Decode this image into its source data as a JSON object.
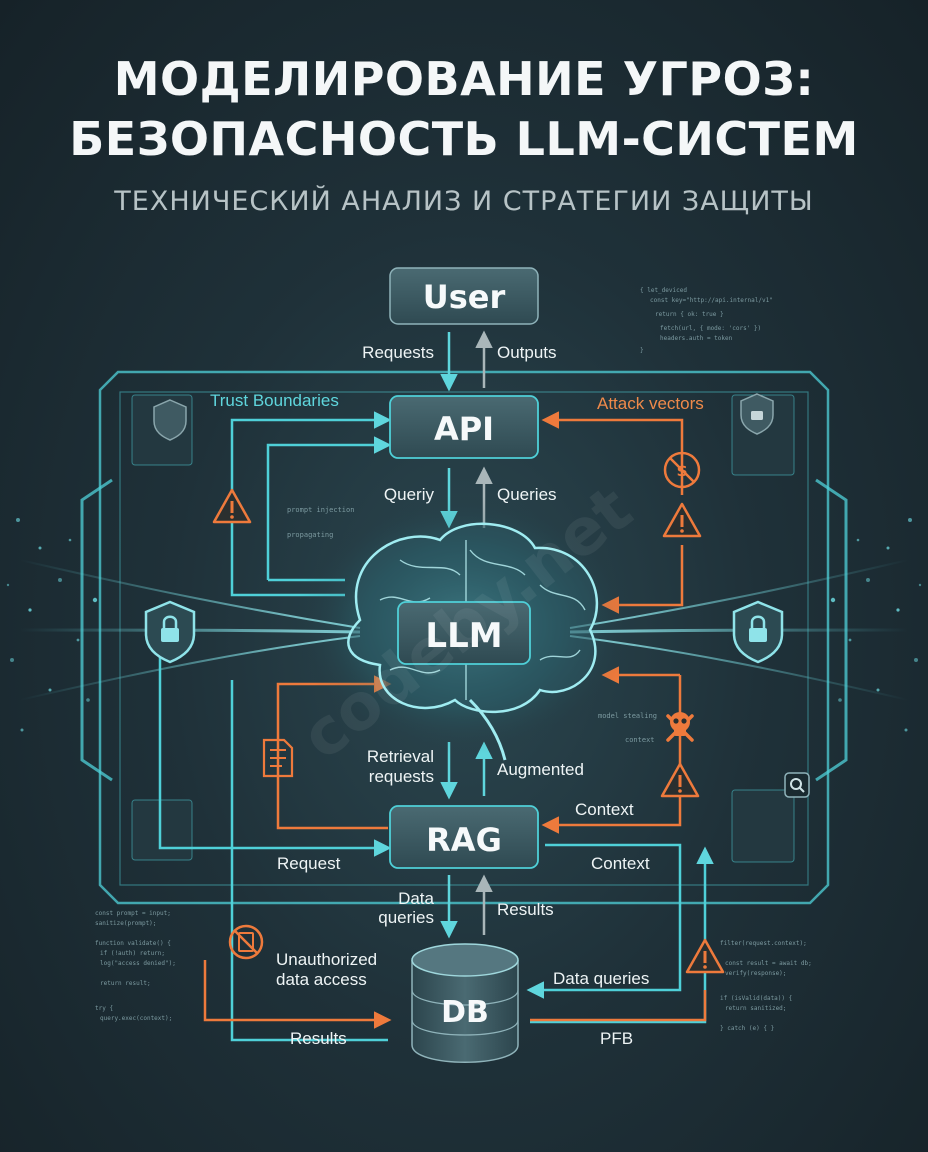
{
  "header": {
    "title_line1": "МОДЕЛИРОВАНИЕ УГРОЗ:",
    "title_line2": "БЕЗОПАСНОСТЬ LLM-СИСТЕМ",
    "subtitle": "ТЕХНИЧЕСКИЙ АНАЛИЗ И СТРАТЕГИИ ЗАЩИТЫ"
  },
  "nodes": {
    "user": "User",
    "api": "API",
    "llm": "LLM",
    "rag": "RAG",
    "db": "DB"
  },
  "legend": {
    "trust": "Trust Boundaries",
    "attack": "Attack vectors"
  },
  "edges": {
    "requests": "Requests",
    "outputs": "Outputs",
    "queriy": "Queriy",
    "queries": "Queries",
    "retrieval_1": "Retrieval",
    "retrieval_2": "requests",
    "augmented": "Augmented",
    "context_1": "Context",
    "request": "Request",
    "context_2": "Context",
    "data_queries_1": "Data",
    "data_queries_2": "queries",
    "results_1": "Results",
    "unauth_1": "Unauthorized",
    "unauth_2": "data access",
    "data_queries": "Data queries",
    "results_2": "Results",
    "pfb": "PFB"
  },
  "small_notes": {
    "prompt_injection": "prompt injection",
    "prompting": "propagating",
    "model_stealing": "model stealing",
    "context": "context"
  },
  "watermark": "codeby.net",
  "colors": {
    "teal": "#4fd0d8",
    "orange": "#ee7a3c",
    "box_fill": "#3b5860",
    "background": "#1f3139"
  },
  "icons": [
    "shield-lock-icon",
    "shield-icon",
    "warning-icon",
    "skull-icon",
    "no-money-icon",
    "document-icon",
    "brain-icon",
    "database-icon",
    "no-data-icon"
  ]
}
